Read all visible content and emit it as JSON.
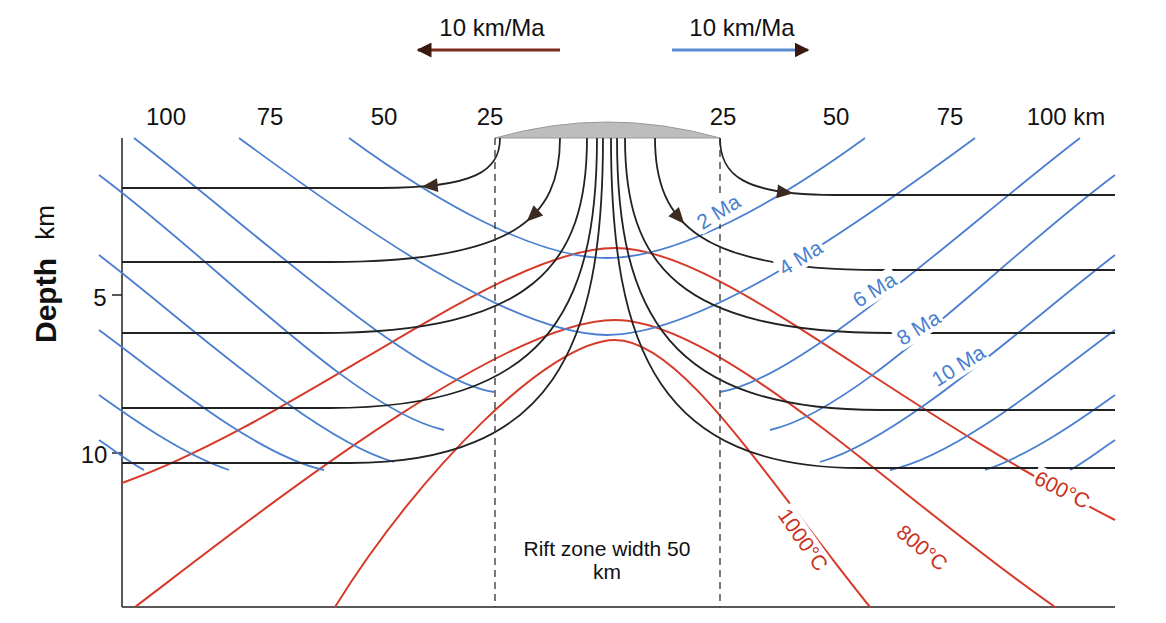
{
  "diagram": {
    "labels": [
      "10 km/Ma",
      "10 km/Ma",
      "100",
      "75",
      "50",
      "25",
      "25",
      "50",
      "75",
      "100 km",
      "Depth",
      "km",
      "5",
      "10",
      "2 Ma",
      "4 Ma",
      "6 Ma",
      "8 Ma",
      "10 Ma",
      "Rift zone width 50 km",
      "1000°C",
      "800°C",
      "600°C"
    ]
  }
}
